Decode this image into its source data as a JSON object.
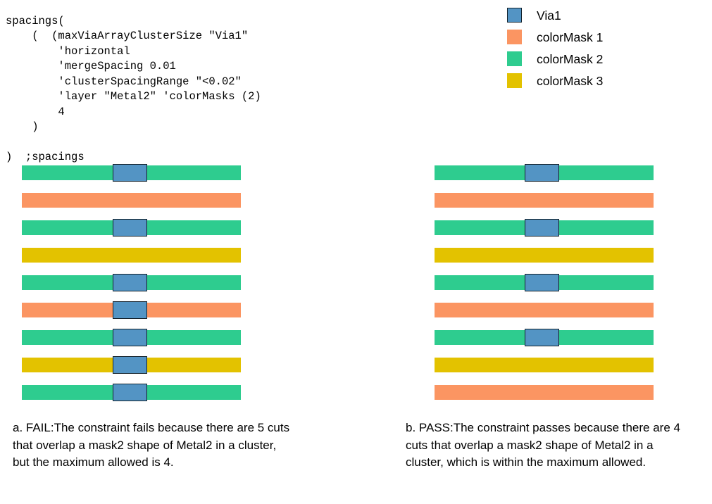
{
  "code": {
    "text": "spacings(\n    (  (maxViaArrayClusterSize \"Via1\"\n        'horizontal\n        'mergeSpacing 0.01\n        'clusterSpacingRange \"<0.02\"\n        'layer \"Metal2\" 'colorMasks (2)\n        4\n    )\n\n)  ;spacings"
  },
  "legend": {
    "items": [
      {
        "label": "Via1",
        "color": "#5394c4",
        "bordered": true
      },
      {
        "label": "colorMask 1",
        "color": "#fb9562",
        "bordered": false
      },
      {
        "label": "colorMask 2",
        "color": "#2ecc8f",
        "bordered": false
      },
      {
        "label": "colorMask 3",
        "color": "#e3c200",
        "bordered": false
      }
    ]
  },
  "colors": {
    "via": "#5394c4",
    "via_border": "#14222c",
    "mask1": "#fb9562",
    "mask2": "#2ecc8f",
    "mask3": "#e3c200",
    "background": "#ffffff",
    "text": "#000000"
  },
  "diagrams": [
    {
      "id": "fail",
      "result": "FAIL",
      "via_count": 5,
      "rows": [
        {
          "mask": "colorMask 2",
          "color": "#2ecc8f",
          "via": true
        },
        {
          "mask": "colorMask 1",
          "color": "#fb9562",
          "via": false
        },
        {
          "mask": "colorMask 2",
          "color": "#2ecc8f",
          "via": true
        },
        {
          "mask": "colorMask 3",
          "color": "#e3c200",
          "via": false
        },
        {
          "mask": "colorMask 2",
          "color": "#2ecc8f",
          "via": true
        },
        {
          "mask": "colorMask 1",
          "color": "#fb9562",
          "via": true
        },
        {
          "mask": "colorMask 2",
          "color": "#2ecc8f",
          "via": true
        },
        {
          "mask": "colorMask 3",
          "color": "#e3c200",
          "via": true
        },
        {
          "mask": "colorMask 2",
          "color": "#2ecc8f",
          "via": true
        }
      ],
      "caption": "a. FAIL:The constraint fails because there are 5 cuts that overlap a mask2 shape of Metal2 in a cluster, but the maximum allowed is 4."
    },
    {
      "id": "pass",
      "result": "PASS",
      "via_count": 4,
      "rows": [
        {
          "mask": "colorMask 2",
          "color": "#2ecc8f",
          "via": true
        },
        {
          "mask": "colorMask 1",
          "color": "#fb9562",
          "via": false
        },
        {
          "mask": "colorMask 2",
          "color": "#2ecc8f",
          "via": true
        },
        {
          "mask": "colorMask 3",
          "color": "#e3c200",
          "via": false
        },
        {
          "mask": "colorMask 2",
          "color": "#2ecc8f",
          "via": true
        },
        {
          "mask": "colorMask 1",
          "color": "#fb9562",
          "via": false
        },
        {
          "mask": "colorMask 2",
          "color": "#2ecc8f",
          "via": true
        },
        {
          "mask": "colorMask 3",
          "color": "#e3c200",
          "via": false
        },
        {
          "mask": "colorMask 1",
          "color": "#fb9562",
          "via": false
        }
      ],
      "caption": "b. PASS:The constraint passes because there are 4 cuts that overlap a mask2 shape of Metal2 in a cluster, which is within the maximum allowed."
    }
  ]
}
